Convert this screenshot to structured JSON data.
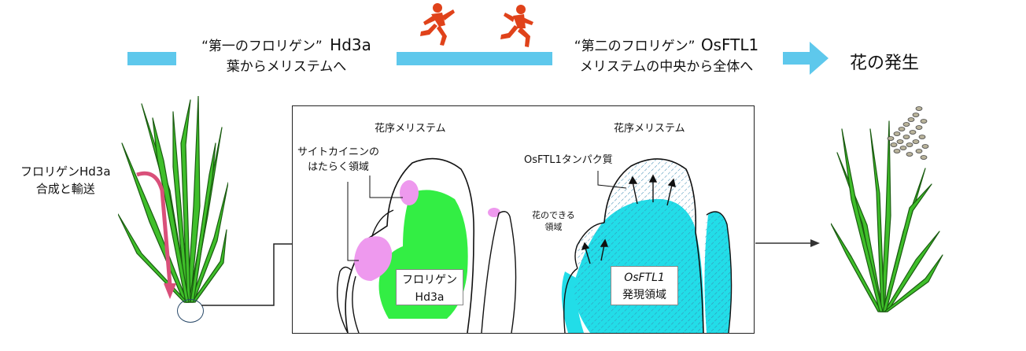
{
  "flow": {
    "stage1": {
      "line1_prefix": "“第一のフロリゲン”",
      "line1_name": "Hd3a",
      "line2": "葉からメリステムへ"
    },
    "stage2": {
      "line1_prefix": "“第二のフロリゲン”",
      "line1_name": "OsFTL1",
      "line2": "メリステムの中央から全体へ"
    },
    "result": "花の発生"
  },
  "plant_left": {
    "label_line1": "フロリゲンHd3a",
    "label_line2": "合成と輸送"
  },
  "panel_left": {
    "title": "花序メリステム",
    "cytokinin_line1": "サイトカイニンの",
    "cytokinin_line2": "はたらく領域",
    "box_line1": "フロリゲン",
    "box_line2": "Hd3a"
  },
  "panel_right": {
    "title": "花序メリステム",
    "protein_label": "OsFTL1タンパク質",
    "flower_line1": "花のできる",
    "flower_line2": "領域",
    "box_line1": "OsFTL1",
    "box_line2": "発現領域"
  },
  "colors": {
    "arrow": "#5ec8ec",
    "florigen_green": "#33ee44",
    "cytokinin_pink": "#ee99ee",
    "osftl1_cyan": "#22dde8",
    "runner": "#e0421a",
    "leaf_green": "#3fbf2a",
    "transport_arrow": "#d9507a"
  },
  "icons": [
    "running-person-icon",
    "running-person-icon"
  ]
}
